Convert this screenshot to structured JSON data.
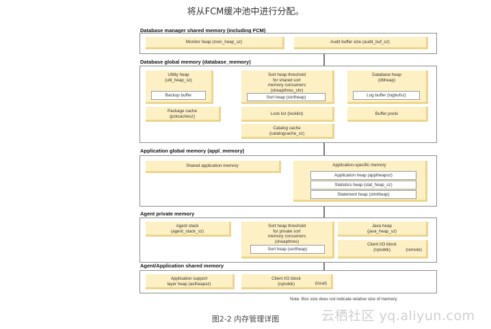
{
  "captions": {
    "top": "将从FCM缓冲池中进行分配。",
    "bottom": "图2-2 内存管理详图",
    "watermark": "云栖社区 yq.aliyun.com"
  },
  "diagram": {
    "note": "Note: Box size does not indicate relative size of memory.",
    "sections": {
      "dbm": {
        "title": "Database manager shared memory (including FCM)",
        "boxes": [
          "Monitor heap (mon_heap_sz)",
          "Audit buffer size (audit_buf_sz)"
        ]
      },
      "dbg": {
        "title": "Database global memory (database_memory)",
        "utility": "Utility heap\n(util_heap_sz)",
        "backup": "Backup buffer",
        "sort_threshold": "Sort heap threshold\nfor shared sort\nmemory consumers\n(sheapthres_shr)",
        "sort_heap": "Sort heap (sortheap)",
        "dbheap": "Database heap\n(dbheap)",
        "logbuf": "Log buffer (logbufsz)",
        "package": "Package cache\n(pckcachesz)",
        "locklist": "Lock list (locklist)",
        "bufferpools": "Buffer pools",
        "catalog": "Catalog cache\n(catalogcache_sz)"
      },
      "appg": {
        "title": "Application global memory (appl_memory)",
        "shared": "Shared application memory",
        "specific": "Application-specific memory",
        "appheap": "Application heap (applheapsz)",
        "stat": "Statistics heap (stat_heap_sz)",
        "stmt": "Statement heap (stmtheap)"
      },
      "agent": {
        "title": "Agent private memory",
        "stack": "Agent stack\n(agent_stack_sz)",
        "sort_threshold": "Sort heap threshold\nfor private sort\nmemory consumers\n(sheapthres)",
        "sort_heap": "Sort heap (sortheap)",
        "java": "Java heap\n(java_heap_sz)",
        "client_io": "Client I/O block\n(rqrioblk)",
        "client_io_tag": "(remote)"
      },
      "aas": {
        "title": "Agent/Application shared memory",
        "support": "Application support\nlayer heap (asIheapsz)",
        "client_io": "Client I/O block\n(rqrioblk)",
        "client_io_tag": "(local)"
      }
    }
  }
}
